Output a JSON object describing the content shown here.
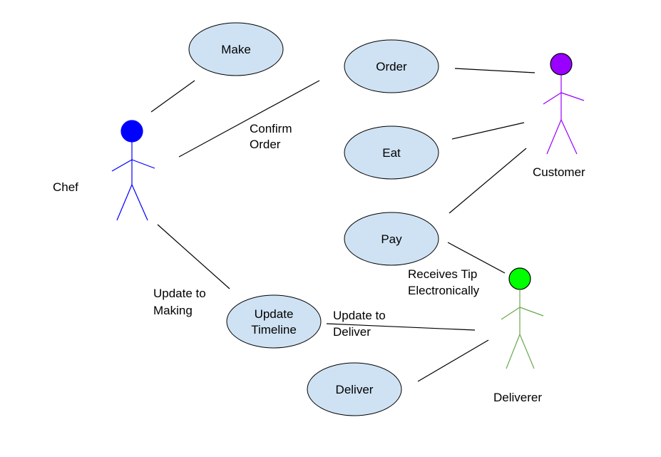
{
  "actors": {
    "chef": {
      "label": "Chef",
      "color": "#0000ff"
    },
    "customer": {
      "label": "Customer",
      "color": "#9900ff"
    },
    "deliverer": {
      "label": "Deliverer",
      "color": "#00ff00",
      "line_color": "#6aa84f"
    }
  },
  "use_cases": {
    "make": "Make",
    "order": "Order",
    "eat": "Eat",
    "pay": "Pay",
    "update_timeline_1": "Update",
    "update_timeline_2": "Timeline",
    "deliver": "Deliver"
  },
  "edge_labels": {
    "confirm_order_1": "Confirm",
    "confirm_order_2": "Order",
    "update_making_1": "Update to",
    "update_making_2": "Making",
    "update_deliver_1": "Update to",
    "update_deliver_2": "Deliver",
    "receives_tip_1": "Receives Tip",
    "receives_tip_2": "Electronically"
  }
}
